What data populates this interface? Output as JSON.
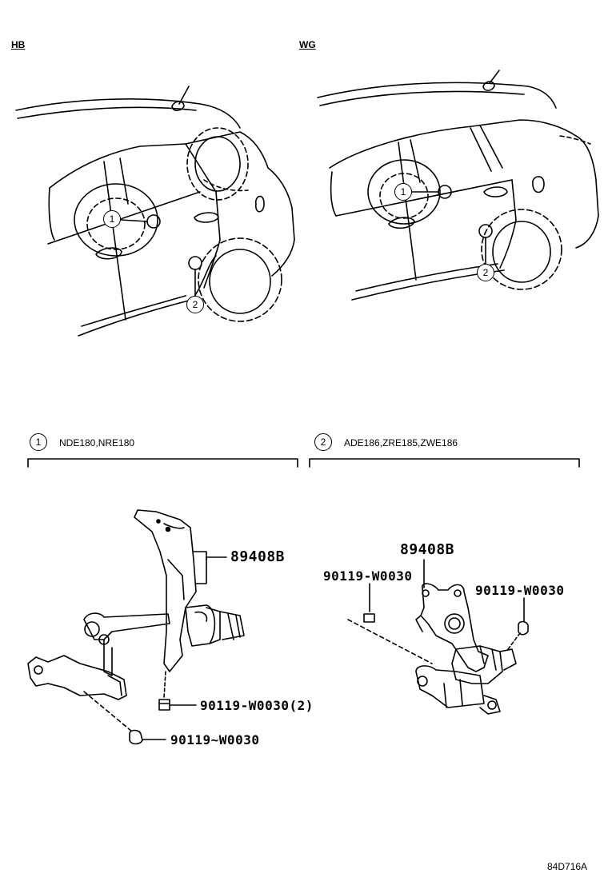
{
  "sections": {
    "left_label": "HB",
    "right_label": "WG"
  },
  "callouts": {
    "one": "1",
    "two": "2"
  },
  "applicability": {
    "one": "NDE180,NRE180",
    "two": "ADE186,ZRE185,ZWE186"
  },
  "parts": {
    "left_sensor": "89408B",
    "left_bolt_a": "90119-W0030(2)",
    "left_bolt_b": "90119~W0030",
    "right_sensor": "89408B",
    "right_bolt_a": "90119-W0030",
    "right_bolt_b": "90119-W0030"
  },
  "diagram_code": "84D716A"
}
